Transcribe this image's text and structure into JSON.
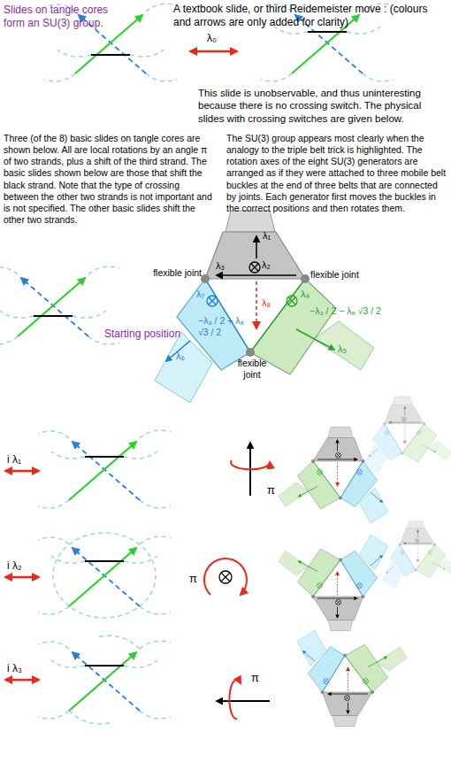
{
  "diagram": {
    "title": "Slides on tangle cores form an SU(3) group.",
    "labels": [
      "A textbook slide, or third Reidemeister move : (colours and arrows are only added for clarity)",
      "λ₀",
      "This slide is unobservable, and thus uninteresting because there is no crossing switch. The physical slides with crossing switches are given below.",
      "Three (of the 8) basic slides on tangle cores are shown below. All are local rotations by an angle π of two strands, plus a shift of the third strand. The basic slides shown below are those that shift the black strand. Note that the type of crossing between the other two strands is not important and is not specified. The other basic slides shift the other two strands.",
      "The SU(3) group appears most clearly when the analogy to the triple belt trick is highlighted. The rotation axes of the eight SU(3) generators are arranged as if they were attached to three mobile belt buckles at the end of three belts that are connected by joints. Each generator first moves the buckles in the correct positions and then rotates them.",
      "Starting position",
      "λ₁",
      "λ₂",
      "λ₃",
      "flexible joint",
      "flexible joint",
      "λ₈",
      "λ₄",
      "λ₅",
      "−λ₃ / 2 − λ₈ √3 / 2",
      "λ₇",
      "λ₆",
      "−λ₃ / 2 + λ₈ √3 / 2",
      "flexible joint",
      "i λ₁",
      "π",
      "i λ₂",
      "π",
      "i λ₃",
      "π"
    ]
  }
}
